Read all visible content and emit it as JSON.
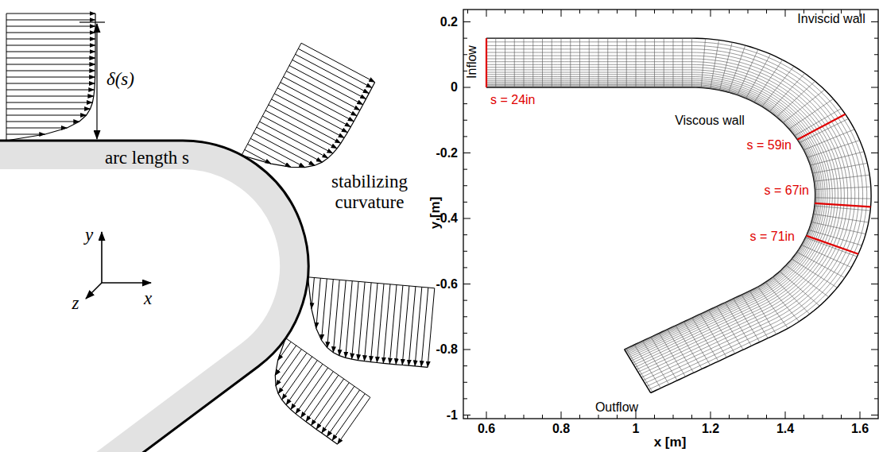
{
  "diagram": {
    "labels": [
      "δ(s)",
      "arc length s",
      "stabilizing curvature",
      "y",
      "x",
      "z",
      "Inflow",
      "Inviscid wall",
      "s = 24in",
      "Viscous wall",
      "s = 59in",
      "s = 67in",
      "s = 71in",
      "Outflow",
      "0.2",
      "0",
      "-0.2",
      "-0.4",
      "-0.6",
      "-0.8",
      "-1",
      "0.6",
      "0.8",
      "1",
      "1.2",
      "1.4",
      "1.6",
      "x [m]",
      "y [m]"
    ]
  }
}
